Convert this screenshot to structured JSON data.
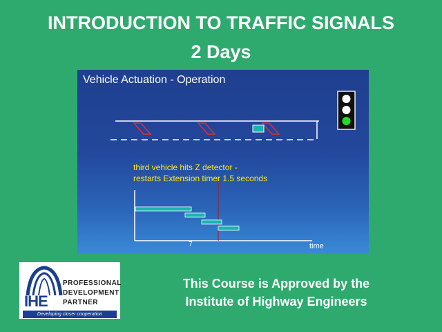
{
  "header": {
    "title": "INTRODUCTION TO TRAFFIC SIGNALS",
    "subtitle": "2 Days"
  },
  "slide": {
    "title": "Vehicle Actuation - Operation",
    "caption_line1": "third vehicle hits Z detector -",
    "caption_line2": "restarts Extension timer 1.5 seconds",
    "axis_label": "time",
    "tick_label": "7",
    "signal": {
      "red": "off",
      "amber": "off",
      "green": "on",
      "colors": {
        "off": "#ffffff",
        "green": "#22dd22"
      }
    }
  },
  "logo": {
    "abbr": "IHE",
    "line1": "PROFESSIONAL",
    "line2": "DEVELOPMENT",
    "line3": "PARTNER",
    "tagline": "Developing closer cooperation"
  },
  "footer": {
    "line1": "This Course is Approved by the",
    "line2": "Institute of Highway Engineers"
  }
}
